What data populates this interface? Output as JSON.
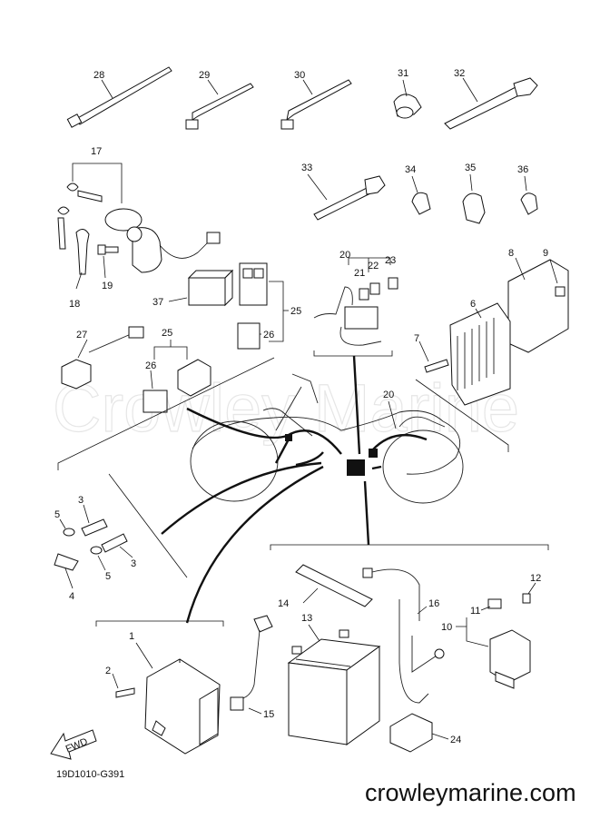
{
  "diagram": {
    "watermark": "Crowley Marine",
    "footer_code": "19D1010-G391",
    "site": "crowleymarine.com",
    "fwd_label": "FWD",
    "callouts": [
      "1",
      "2",
      "3",
      "4",
      "5",
      "6",
      "7",
      "8",
      "9",
      "10",
      "11",
      "12",
      "13",
      "14",
      "15",
      "16",
      "17",
      "18",
      "19",
      "20",
      "21",
      "22",
      "23",
      "24",
      "25",
      "26",
      "27",
      "28",
      "29",
      "30",
      "31",
      "32",
      "33",
      "34",
      "35",
      "36",
      "37"
    ]
  }
}
